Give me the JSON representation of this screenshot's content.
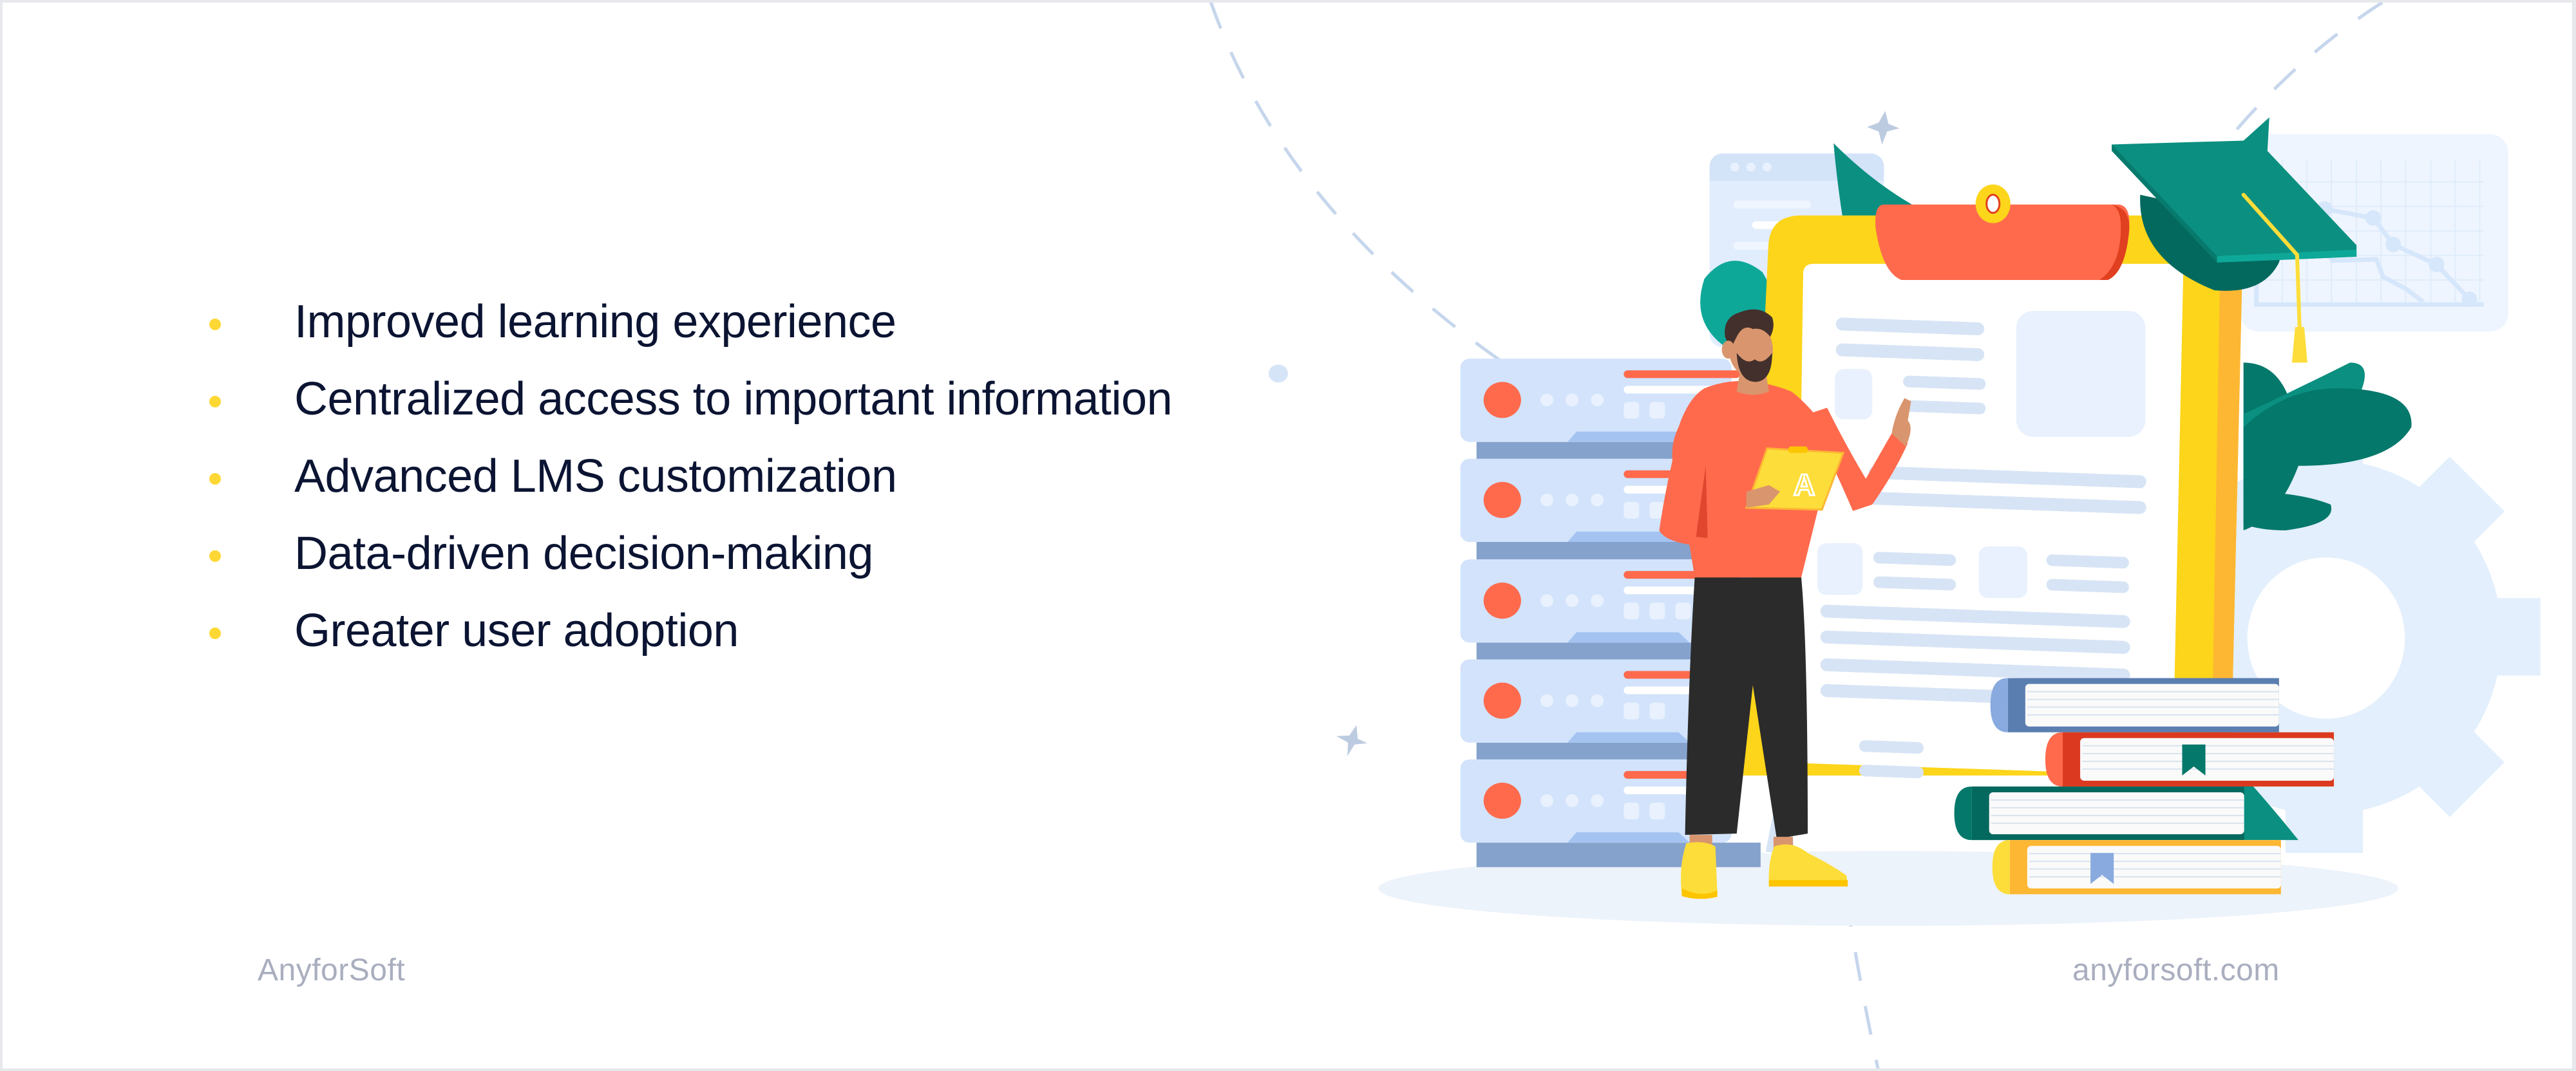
{
  "benefits": {
    "bullet_color": "#fdd835",
    "items": [
      {
        "label": "Improved learning experience"
      },
      {
        "label": "Centralized access to important information"
      },
      {
        "label": "Advanced LMS customization"
      },
      {
        "label": "Data-driven decision-making"
      },
      {
        "label": "Greater user adoption"
      }
    ]
  },
  "footer": {
    "brand": "AnyforSoft",
    "website": "anyforsoft.com"
  },
  "illustration": {
    "subject": "person-presenting-lms-clipboard",
    "clipboard_badge_letter": "A",
    "colors": {
      "text": "#0b1432",
      "muted": "#a9aebf",
      "coral": "#ff6a4d",
      "yellow": "#fdd51a",
      "teal": "#0b8f80",
      "dark_teal": "#03695e",
      "light_blue": "#d2e3fb",
      "steel_blue": "#85a2cc"
    }
  }
}
